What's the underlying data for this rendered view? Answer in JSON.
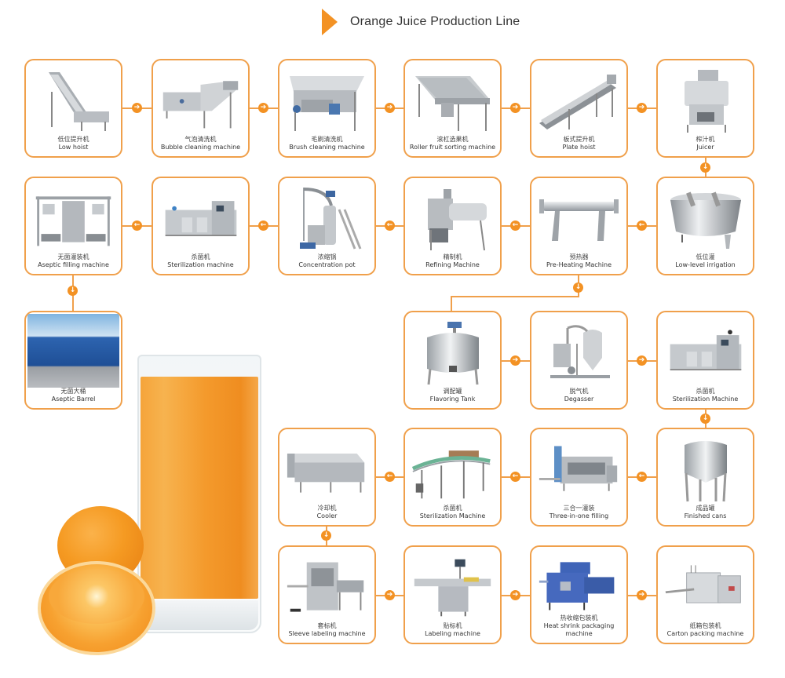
{
  "title": "Orange Juice Production Line",
  "colors": {
    "accent": "#f39224",
    "border": "#f0a04b",
    "text": "#333333",
    "juice": "#f49a2c"
  },
  "flow_arrow_glyphs": {
    "right": "➔",
    "left": "←",
    "down": "↓"
  },
  "machines": [
    {
      "id": 1,
      "cn": "低位提升机",
      "en": "Low hoist",
      "icon": "low-hoist-image"
    },
    {
      "id": 2,
      "cn": "气泡清洗机",
      "en": "Bubble cleaning machine",
      "icon": "bubble-cleaning-image"
    },
    {
      "id": 3,
      "cn": "毛刷清洗机",
      "en": "Brush cleaning machine",
      "icon": "brush-cleaning-image"
    },
    {
      "id": 4,
      "cn": "滚杠选果机",
      "en": "Roller fruit sorting machine",
      "icon": "roller-sorting-image"
    },
    {
      "id": 5,
      "cn": "板式提升机",
      "en": "Plate hoist",
      "icon": "plate-hoist-image"
    },
    {
      "id": 6,
      "cn": "榨汁机",
      "en": "Juicer",
      "icon": "juicer-image"
    },
    {
      "id": 7,
      "cn": "低位灌",
      "en": "Low-level irrigation",
      "icon": "low-level-tank-image"
    },
    {
      "id": 8,
      "cn": "预热器",
      "en": "Pre-Heating Machine",
      "icon": "preheater-image"
    },
    {
      "id": 9,
      "cn": "精制机",
      "en": "Refining Machine",
      "icon": "refining-machine-image"
    },
    {
      "id": 10,
      "cn": "浓缩锅",
      "en": "Concentration pot",
      "icon": "concentration-pot-image"
    },
    {
      "id": 11,
      "cn": "杀菌机",
      "en": "Sterilization machine",
      "icon": "sterilization-machine-image"
    },
    {
      "id": 12,
      "cn": "无菌灌装机",
      "en": "Aseptic filling machine",
      "icon": "aseptic-filling-image"
    },
    {
      "id": 13,
      "cn": "无菌大桶",
      "en": "Aseptic Barrel",
      "icon": "aseptic-barrel-image"
    },
    {
      "id": 14,
      "cn": "调配罐",
      "en": "Flavoring Tank",
      "icon": "flavoring-tank-image"
    },
    {
      "id": 15,
      "cn": "脱气机",
      "en": "Degasser",
      "icon": "degasser-image"
    },
    {
      "id": 16,
      "cn": "杀菌机",
      "en": "Sterilization Machine",
      "icon": "sterilization-machine-image"
    },
    {
      "id": 17,
      "cn": "成品罐",
      "en": "Finished cans",
      "icon": "finished-tank-image"
    },
    {
      "id": 18,
      "cn": "三合一灌装",
      "en": "Three-in-one filling",
      "icon": "three-in-one-filling-image"
    },
    {
      "id": 19,
      "cn": "杀菌机",
      "en": "Sterilization Machine",
      "icon": "conveyor-sterilizer-image"
    },
    {
      "id": 20,
      "cn": "冷却机",
      "en": "Cooler",
      "icon": "cooler-image"
    },
    {
      "id": 21,
      "cn": "套标机",
      "en": "Sleeve labeling machine",
      "icon": "sleeve-labeling-image"
    },
    {
      "id": 22,
      "cn": "贴标机",
      "en": "Labeling machine",
      "icon": "labeling-machine-image"
    },
    {
      "id": 23,
      "cn": "热收缩包装机",
      "en": "Heat shrink packaging machine",
      "icon": "heat-shrink-image"
    },
    {
      "id": 24,
      "cn": "纸箱包装机",
      "en": "Carton packing machine",
      "icon": "carton-packing-image"
    }
  ],
  "flow": [
    [
      1,
      2
    ],
    [
      2,
      3
    ],
    [
      3,
      4
    ],
    [
      4,
      5
    ],
    [
      5,
      6
    ],
    [
      6,
      7
    ],
    [
      7,
      8
    ],
    [
      8,
      9
    ],
    [
      9,
      10
    ],
    [
      10,
      11
    ],
    [
      11,
      12
    ],
    [
      12,
      13
    ],
    [
      8,
      14
    ],
    [
      14,
      15
    ],
    [
      15,
      16
    ],
    [
      16,
      17
    ],
    [
      17,
      18
    ],
    [
      18,
      19
    ],
    [
      19,
      20
    ],
    [
      20,
      21
    ],
    [
      21,
      22
    ],
    [
      22,
      23
    ],
    [
      23,
      24
    ]
  ],
  "decoration": {
    "glass_of_juice": "orange-juice-glass-image",
    "oranges": "orange-fruit-image"
  }
}
